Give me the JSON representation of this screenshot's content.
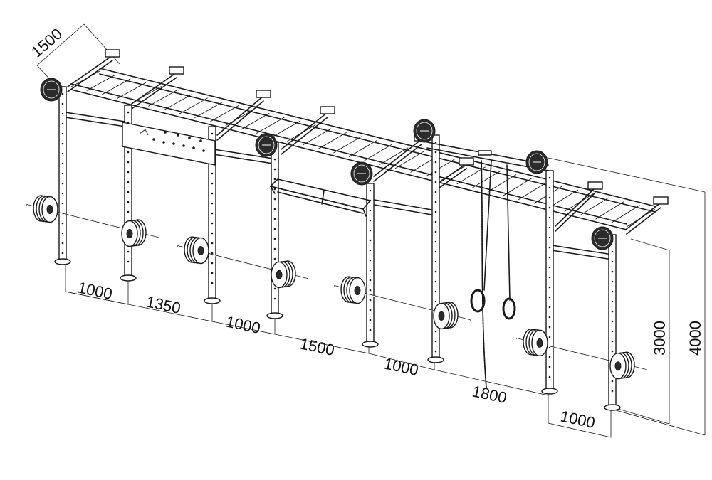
{
  "diagram": {
    "colors": {
      "ink": "#1a1a1a",
      "background": "#ffffff"
    },
    "dimensions": {
      "depth": "1500",
      "bays": [
        "1000",
        "1350",
        "1000",
        "1500",
        "1000",
        "1800",
        "1000"
      ],
      "height_low": "3000",
      "height_high": "4000"
    }
  }
}
